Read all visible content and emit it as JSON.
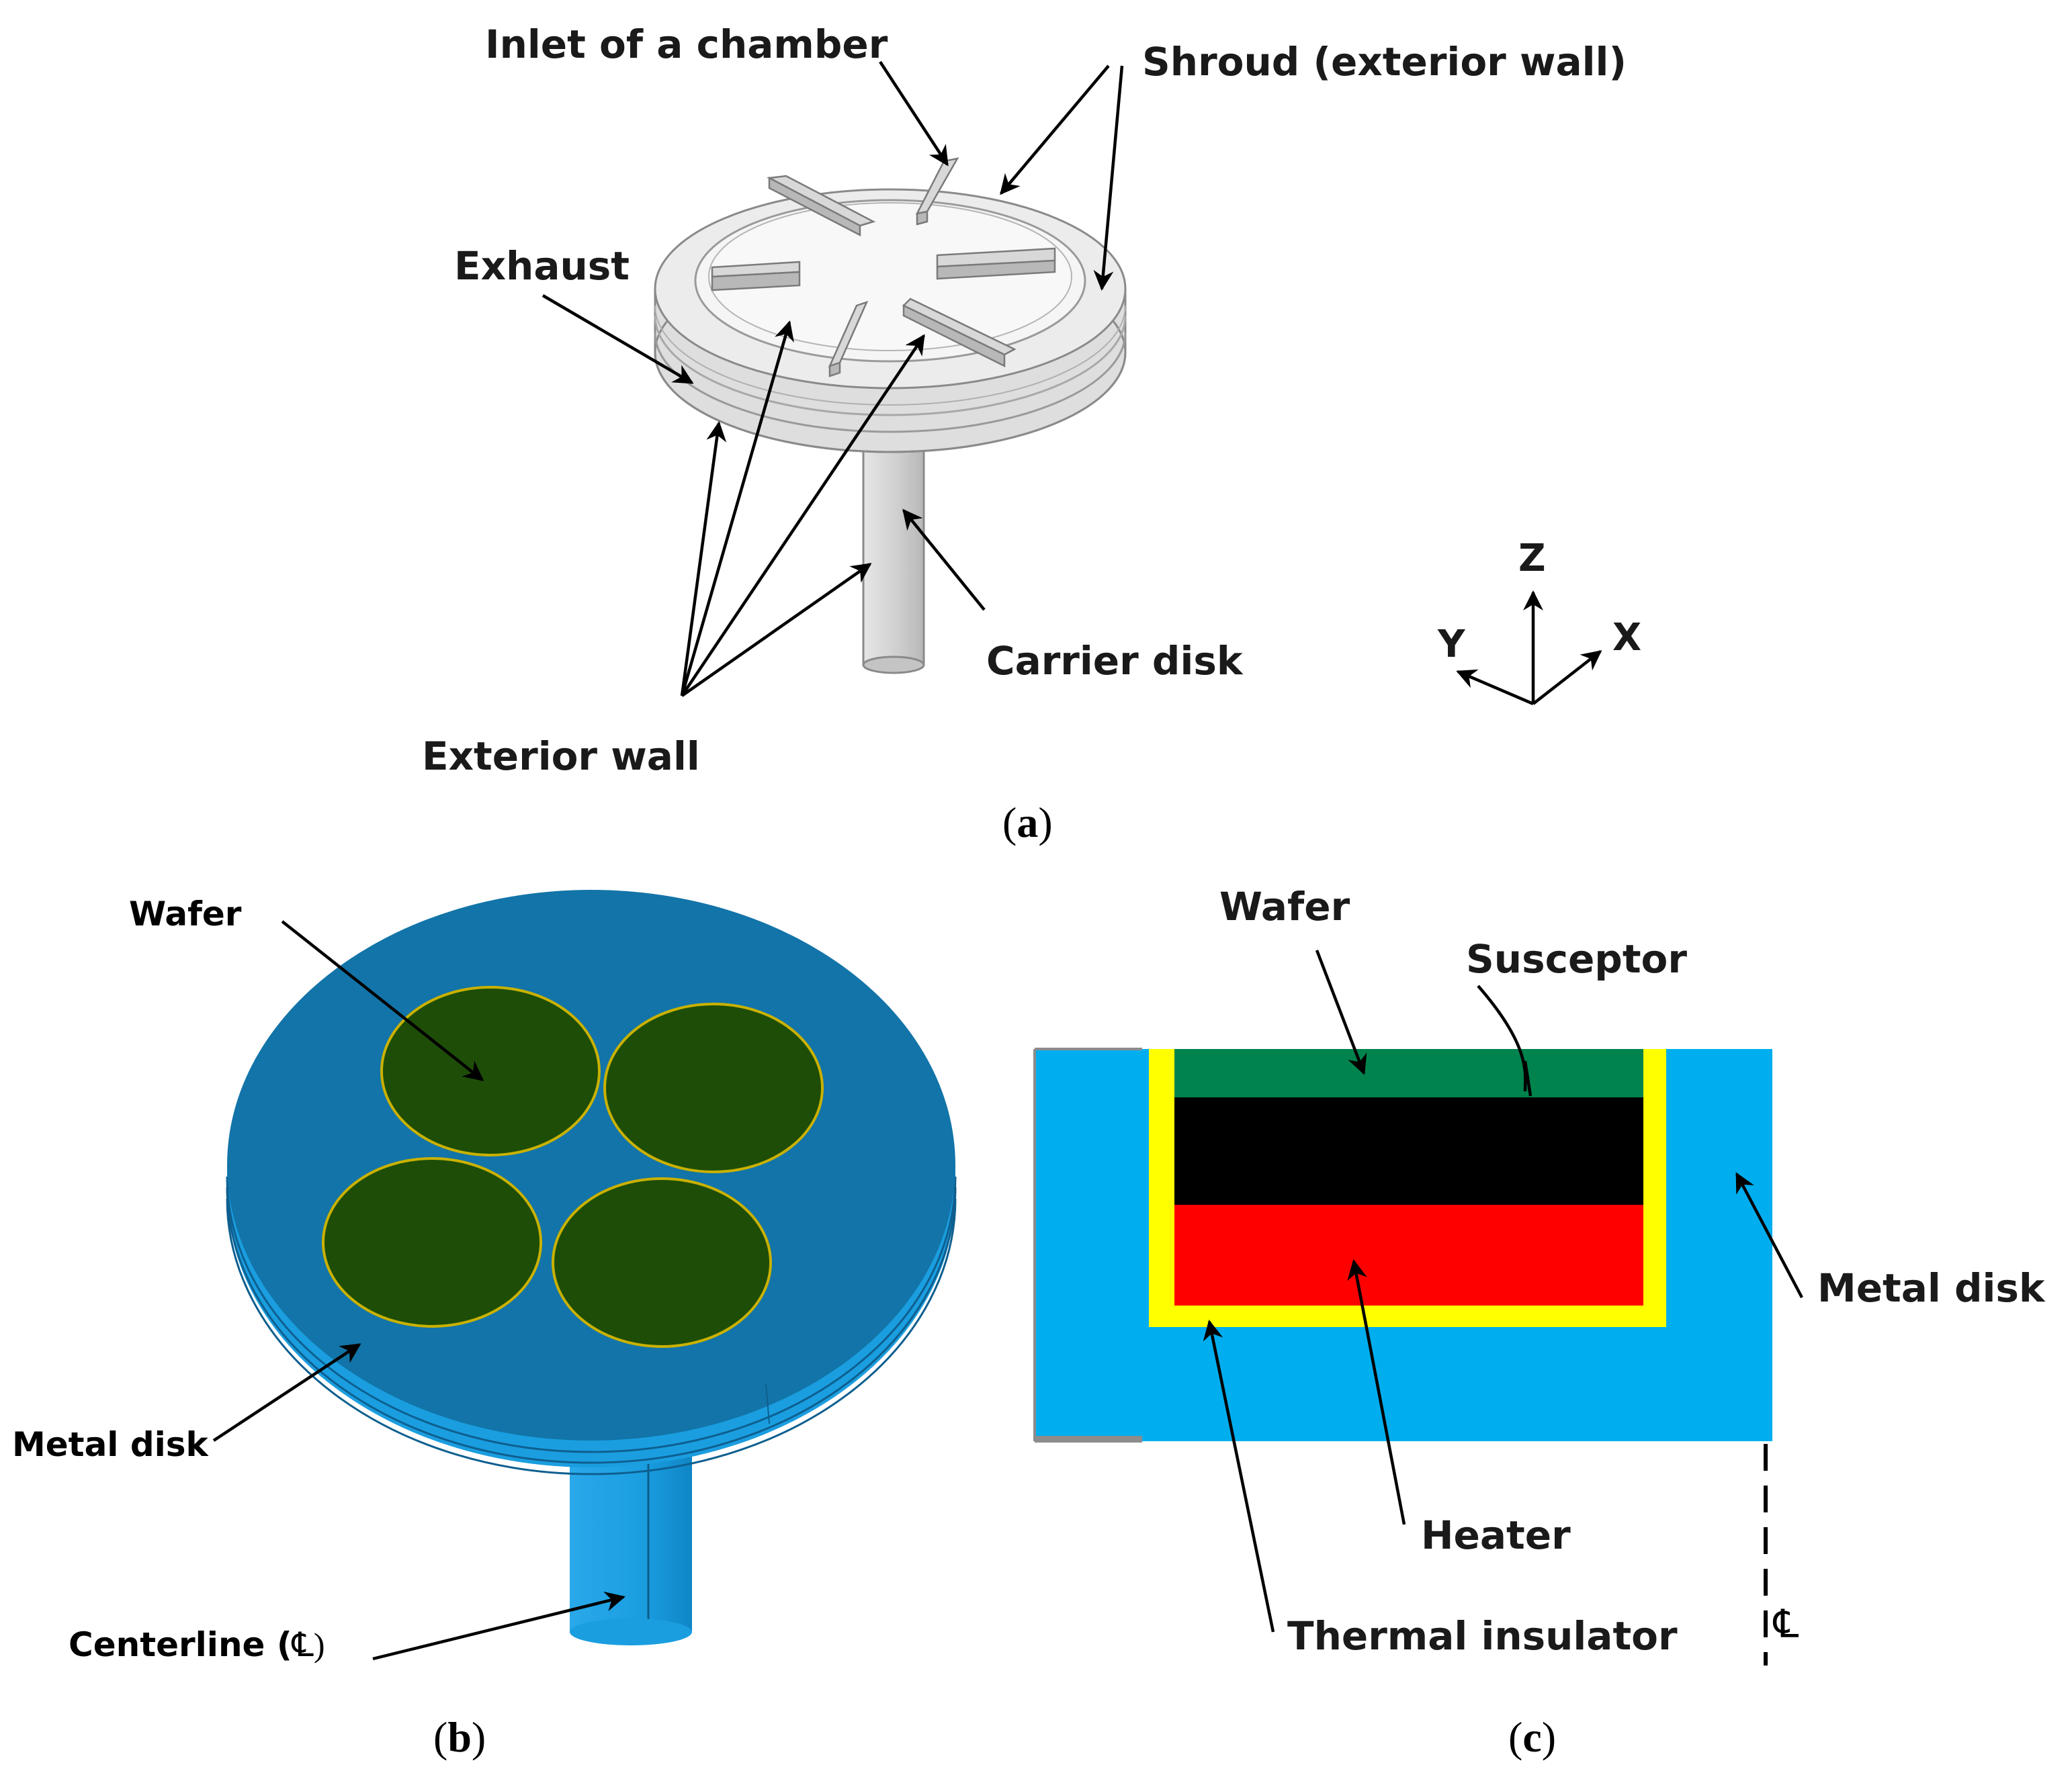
{
  "panel_a": {
    "caption_letter": "a",
    "labels": {
      "inlet": "Inlet of a chamber",
      "shroud": "Shroud (exterior wall)",
      "exhaust": "Exhaust",
      "carrier_disk": "Carrier disk",
      "exterior_wall": "Exterior wall"
    },
    "axes": {
      "z": "Z",
      "y": "Y",
      "x": "X"
    }
  },
  "panel_b": {
    "caption_letter": "b",
    "labels": {
      "wafer": "Wafer",
      "metal_disk": "Metal disk",
      "centerline": "Centerline (",
      "centerline_symbol": "℄",
      "centerline_close": ")"
    }
  },
  "panel_c": {
    "caption_letter": "c",
    "labels": {
      "wafer": "Wafer",
      "susceptor": "Susceptor",
      "metal_disk": "Metal disk",
      "heater": "Heater",
      "thermal_insulator": "Thermal insulator",
      "centerline_symbol": "℄"
    }
  },
  "colors": {
    "metal_disk_3d": "#1274a8",
    "metal_disk_section": "#00aeef",
    "wafer_3d": "#1e4d08",
    "wafer_section": "#00834d",
    "susceptor": "#000000",
    "heater": "#ff0000",
    "insulator": "#ffff00",
    "shaft": "#1a9ee0"
  }
}
